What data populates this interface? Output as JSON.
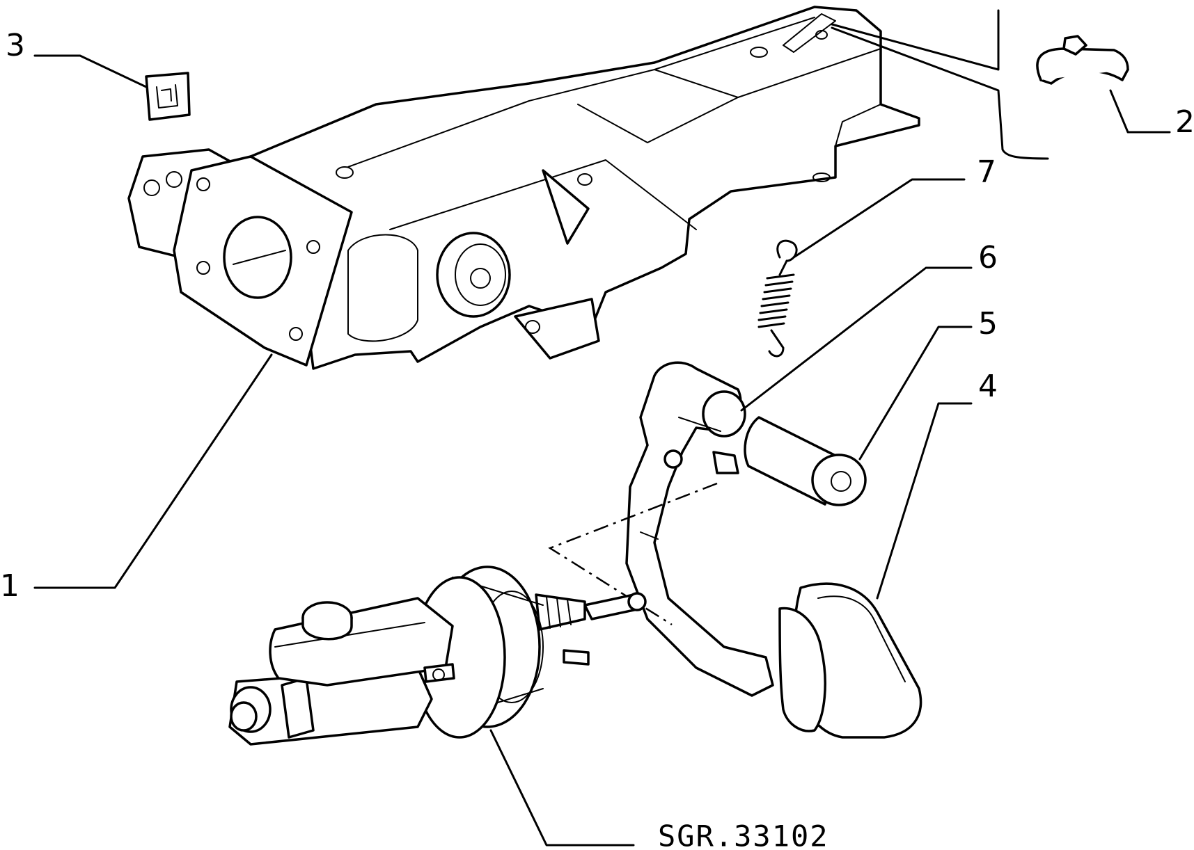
{
  "diagram": {
    "callouts": [
      {
        "id": "1",
        "label": "1"
      },
      {
        "id": "2",
        "label": "2"
      },
      {
        "id": "3",
        "label": "3"
      },
      {
        "id": "4",
        "label": "4"
      },
      {
        "id": "5",
        "label": "5"
      },
      {
        "id": "6",
        "label": "6"
      },
      {
        "id": "7",
        "label": "7"
      }
    ],
    "reference_code": "SGR.33102"
  }
}
